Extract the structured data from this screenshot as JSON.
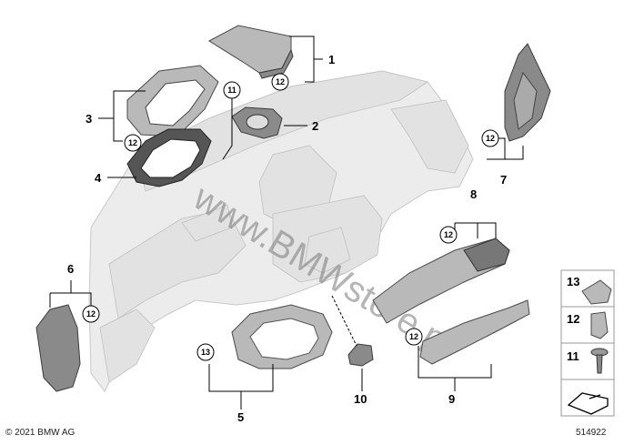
{
  "callouts": {
    "n1": "1",
    "n2": "2",
    "n3": "3",
    "n4": "4",
    "n5": "5",
    "n6": "6",
    "n7": "7",
    "n8": "8",
    "n9": "9",
    "n10": "10"
  },
  "circled": {
    "c1": "12",
    "c2": "11",
    "c3": "12",
    "c4": "12",
    "c5": "12",
    "c6": "12",
    "c7": "12",
    "c8": "13"
  },
  "legend": {
    "items": [
      "13",
      "12",
      "11"
    ]
  },
  "footer": {
    "copyright": "© 2021 BMW AG",
    "diagram_number": "514922"
  },
  "watermark": "www.BMWstore.pl"
}
